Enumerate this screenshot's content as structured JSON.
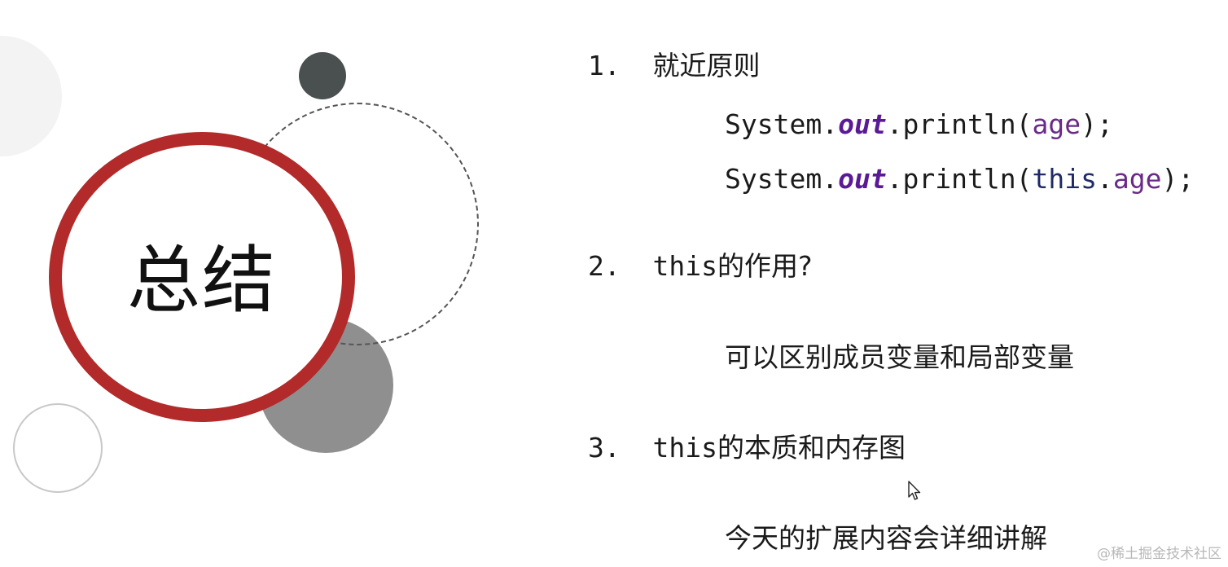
{
  "slide": {
    "title": "总结",
    "item1": {
      "number": "1.",
      "heading": "就近原则",
      "code_line1": {
        "prefix": "System.",
        "field": "out",
        "middle": ".println(",
        "arg": "age",
        "suffix": ");"
      },
      "code_line2": {
        "prefix": "System.",
        "field": "out",
        "middle": ".println(",
        "this_kw": "this",
        "dot": ".",
        "arg": "age",
        "suffix": ");"
      }
    },
    "item2": {
      "number": "2.",
      "heading_this": "this",
      "heading_rest": "的作用?",
      "answer": "可以区别成员变量和局部变量"
    },
    "item3": {
      "number": "3.",
      "heading_this": "this",
      "heading_rest": "的本质和内存图",
      "note": "今天的扩展内容会详细讲解"
    },
    "watermark": "@稀土掘金技术社区"
  },
  "colors": {
    "ring_red": "#b22a2a",
    "dark_dot": "#4a4f50",
    "grey_disc": "#8f8f8f",
    "code_field": "#5a1a96",
    "code_variable": "#6a2a88",
    "code_keyword": "#1f2a66"
  },
  "icons": {
    "cursor": "mouse-pointer-icon"
  }
}
